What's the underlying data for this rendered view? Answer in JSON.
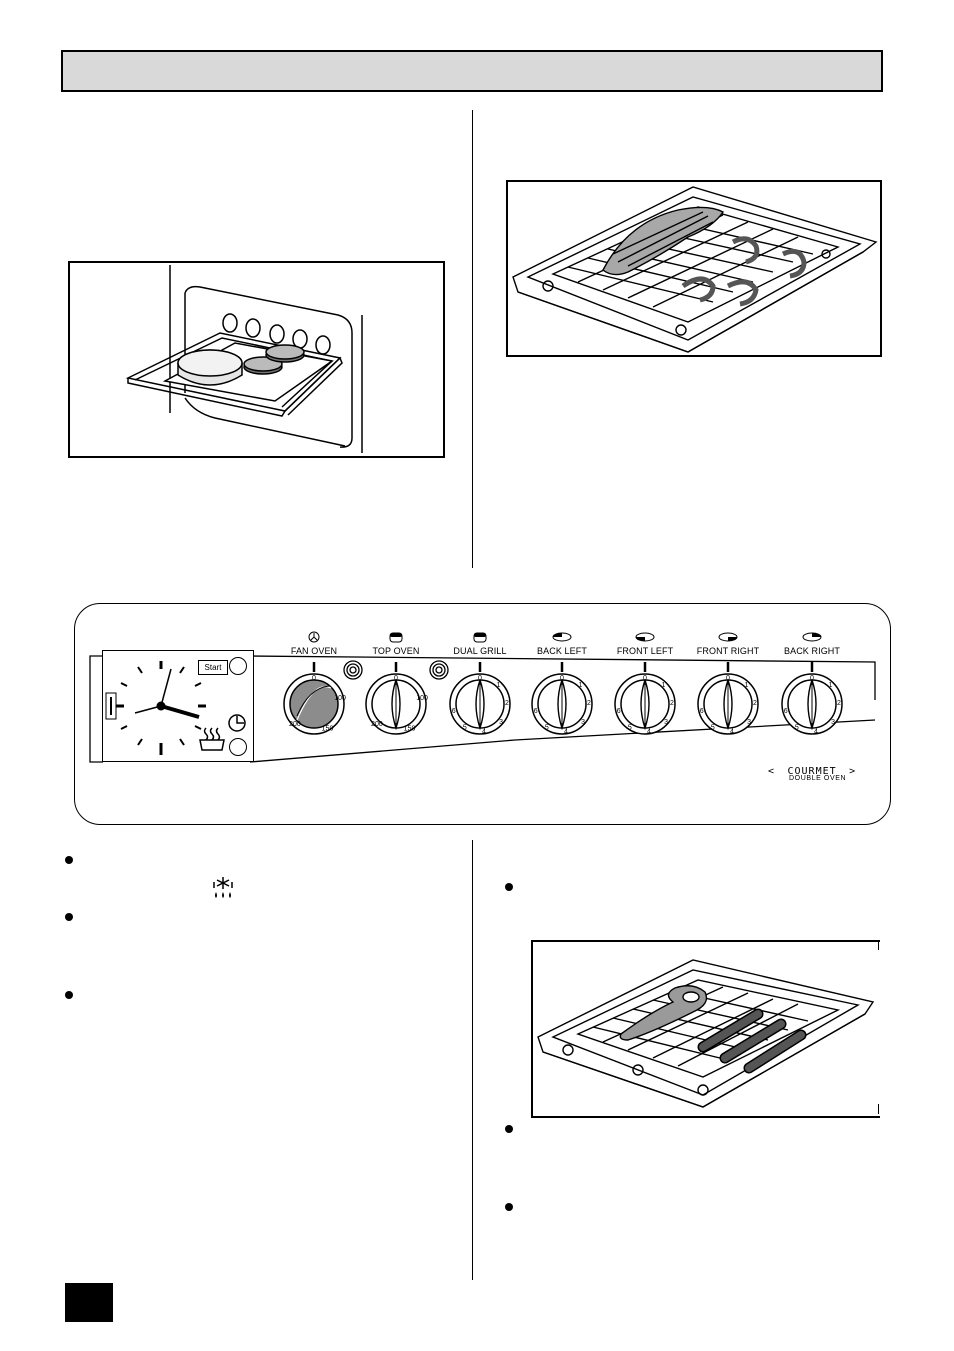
{
  "page": {
    "header_bar": "",
    "page_number": ""
  },
  "control_panel": {
    "knobs": [
      {
        "label": "FAN OVEN",
        "icon": "fan-icon",
        "scale": [
          "0",
          "100",
          "150",
          "200"
        ]
      },
      {
        "label": "TOP OVEN",
        "icon": "top-oven-icon",
        "scale": [
          "0",
          "100",
          "150",
          "200"
        ]
      },
      {
        "label": "DUAL GRILL",
        "icon": "grill-icon",
        "scale": [
          "0",
          "1",
          "2",
          "3",
          "4",
          "5",
          "6"
        ]
      },
      {
        "label": "BACK LEFT",
        "icon": "back-left-hob-icon",
        "scale": [
          "0",
          "1",
          "2",
          "3",
          "4",
          "5",
          "6"
        ]
      },
      {
        "label": "FRONT LEFT",
        "icon": "front-left-hob-icon",
        "scale": [
          "0",
          "1",
          "2",
          "3",
          "4",
          "5",
          "6"
        ]
      },
      {
        "label": "FRONT RIGHT",
        "icon": "front-right-hob-icon",
        "scale": [
          "0",
          "1",
          "2",
          "3",
          "4",
          "5",
          "6"
        ]
      },
      {
        "label": "BACK RIGHT",
        "icon": "back-right-hob-icon",
        "scale": [
          "0",
          "1",
          "2",
          "3",
          "4",
          "5",
          "6"
        ]
      }
    ],
    "timer": {
      "start_label": "Start",
      "icons": [
        "clock-face-icon",
        "timer-icon",
        "pan-steam-icon"
      ]
    },
    "brand": "COURMET",
    "brand_sub": "DOUBLE OVEN",
    "brand_left_arrow": "<",
    "brand_right_arrow": ">"
  },
  "illustrations": [
    {
      "name": "oven-shelf-with-food"
    },
    {
      "name": "grill-pan-with-fish-and-prawns"
    },
    {
      "name": "grill-pan-with-chop-and-sausages"
    }
  ],
  "icons": {
    "defrost": "defrost-icon"
  }
}
